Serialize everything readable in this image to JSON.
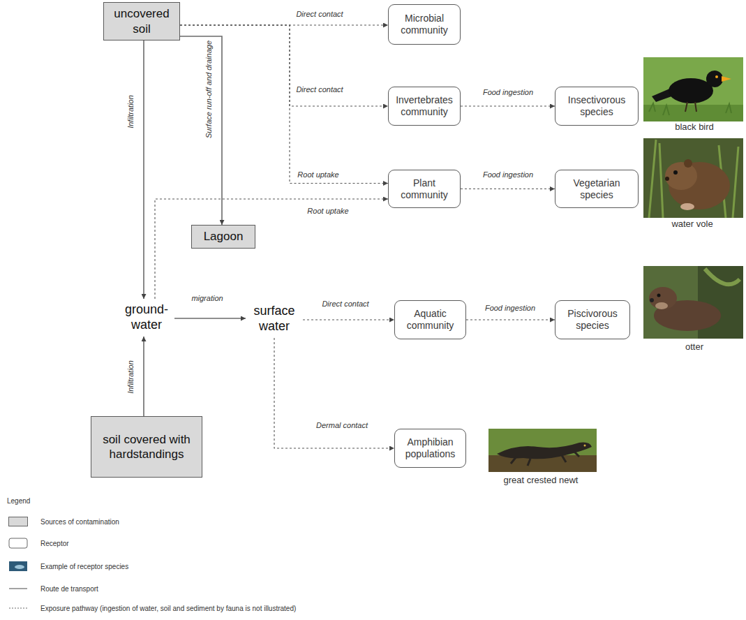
{
  "diagram": {
    "nodes": [
      {
        "text": [
          "uncovered soil"
        ]
      },
      {
        "text": [
          "Microbial community"
        ]
      },
      {
        "text": [
          "Invertebrates community"
        ]
      },
      {
        "text": [
          "Insectivorous species"
        ]
      },
      {
        "text": [
          "Plant community"
        ]
      },
      {
        "text": [
          "Vegetarian species"
        ]
      },
      {
        "text": [
          "Lagoon"
        ]
      },
      {
        "text": [
          "ground- water"
        ]
      },
      {
        "text": [
          "surface water"
        ]
      },
      {
        "text": [
          "Aquatic community"
        ]
      },
      {
        "text": [
          "Piscivorous species"
        ]
      },
      {
        "text": [
          "soil covered with hardstandings"
        ]
      },
      {
        "text": [
          "Amphibian populations"
        ]
      }
    ],
    "edges": [
      {
        "from": 0,
        "to": 1,
        "arrow": "to",
        "label": "Direct contact"
      },
      {
        "from": 0,
        "to": 2,
        "arrow": "to",
        "label": "Direct contact"
      },
      {
        "from": 2,
        "to": 3,
        "arrow": "to",
        "label": "Food ingestion"
      },
      {
        "from": 0,
        "to": 4,
        "arrow": "to",
        "label": "Root uptake"
      },
      {
        "from": 4,
        "to": 5,
        "arrow": "to",
        "label": "Food ingestion"
      },
      {
        "from": 0,
        "to": 6,
        "arrow": "to",
        "label": "Surface run-off and drainage"
      },
      {
        "from": 0,
        "to": 7,
        "arrow": "to",
        "label": "Infiltration"
      },
      {
        "from": 7,
        "to": 4,
        "arrow": "to",
        "label": "Root uptake"
      },
      {
        "from": 7,
        "to": 8,
        "arrow": "to",
        "label": "migration"
      },
      {
        "from": 8,
        "to": 9,
        "arrow": "to",
        "label": "Direct contact"
      },
      {
        "from": 9,
        "to": 10,
        "arrow": "to",
        "label": "Food ingestion"
      },
      {
        "from": 11,
        "to": 7,
        "arrow": "to",
        "label": "Infiltration"
      },
      {
        "from": 8,
        "to": 12,
        "arrow": "to",
        "label": "Dermal contact"
      }
    ],
    "labels": [
      "black bird",
      "water vole",
      "otter",
      "great crested newt",
      "Legend"
    ],
    "legend": [
      {
        "text": "Sources of contamination",
        "color": "#d9d9d9"
      },
      {
        "text": "Receptor"
      },
      {
        "text": "Example of receptor species"
      },
      {
        "text": "Route de transport"
      },
      {
        "text": "Exposure pathway (ingestion of water, soil and sediment by fauna is not illustrated)"
      }
    ]
  }
}
